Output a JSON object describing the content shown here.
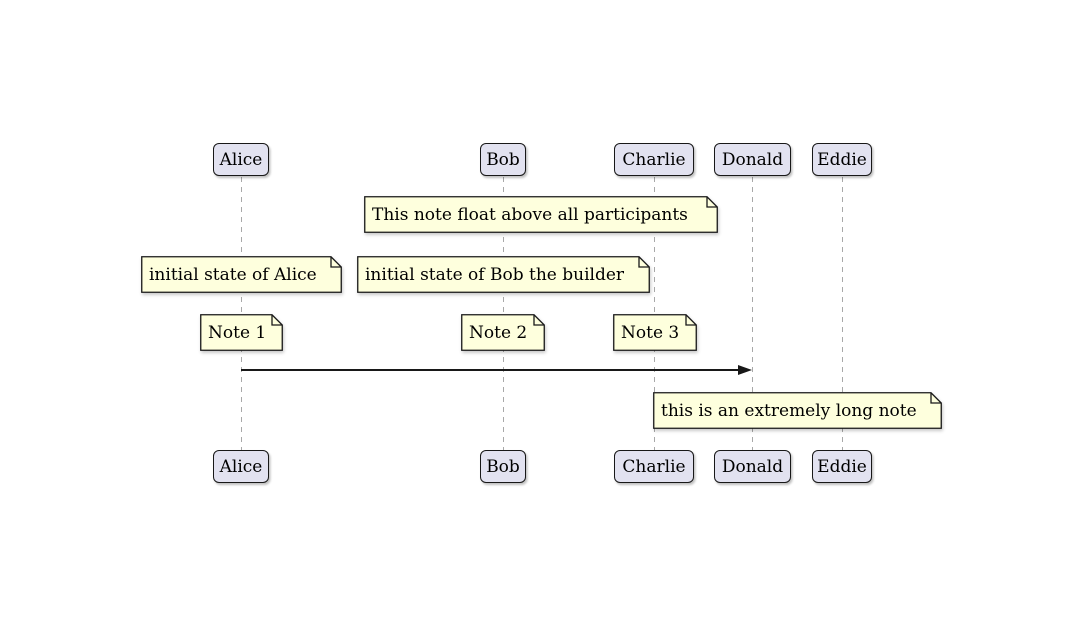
{
  "diagram": {
    "type": "sequence-diagram",
    "participants": [
      {
        "name": "Alice"
      },
      {
        "name": "Bob"
      },
      {
        "name": "Charlie"
      },
      {
        "name": "Donald"
      },
      {
        "name": "Eddie"
      }
    ],
    "notes": [
      {
        "text": "This note float above all participants",
        "position": "above all participants"
      },
      {
        "text": "initial state of Alice",
        "position": "over Alice"
      },
      {
        "text": "initial state of Bob the builder",
        "position": "over Bob"
      },
      {
        "text": "Note 1",
        "position": "over Alice"
      },
      {
        "text": "Note 2",
        "position": "over Bob"
      },
      {
        "text": "Note 3",
        "position": "over Charlie"
      },
      {
        "text": "this is an extremely long note",
        "position": "over Donald"
      }
    ],
    "messages": [
      {
        "from": "Alice",
        "to": "Donald",
        "label": ""
      }
    ],
    "colors": {
      "background": "#FFFFFF",
      "participant_fill": "#E2E2F0",
      "participant_border": "#181818",
      "note_fill": "#FEFFDD",
      "note_border": "#181818",
      "lifeline": "#A8A8A8",
      "arrow": "#181818"
    }
  }
}
